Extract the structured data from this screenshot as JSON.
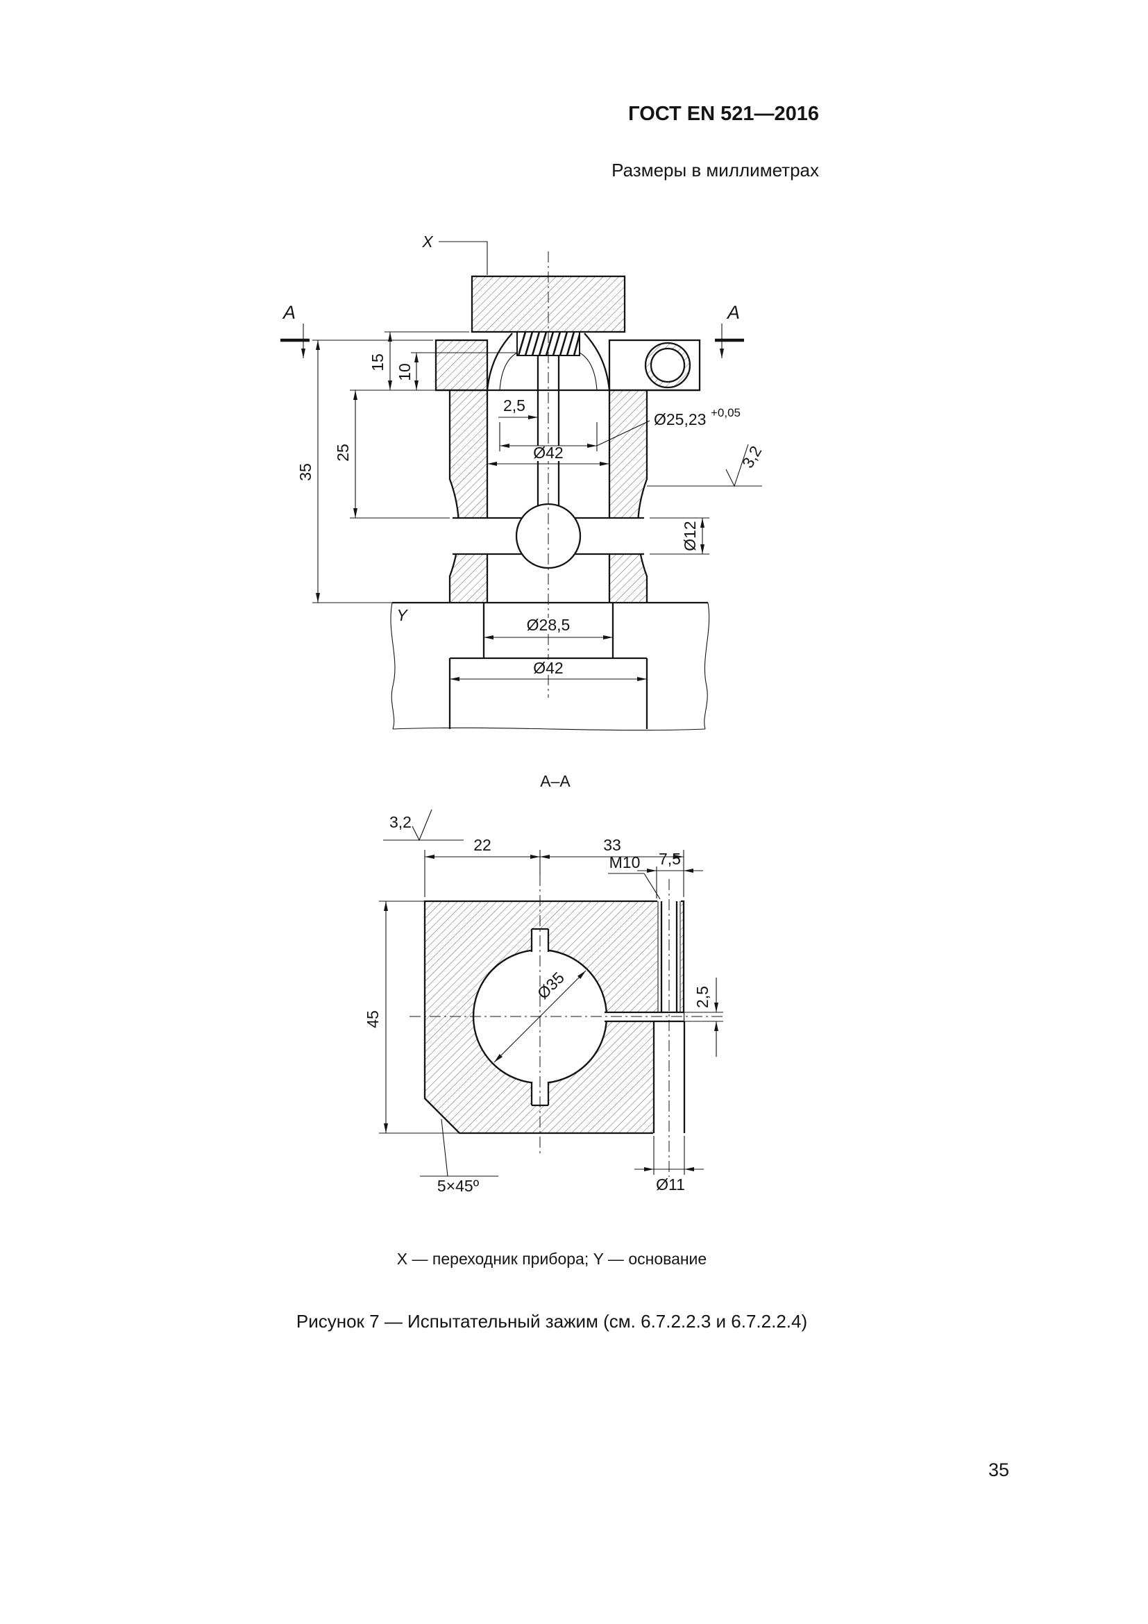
{
  "page": {
    "doc_code": "ГОСТ EN 521—2016",
    "units_note": "Размеры в миллиметрах",
    "legend": "X — переходник прибора; Y — основание",
    "figure_caption": "Рисунок 7 — Испытательный зажим (см. 6.7.2.2.3 и 6.7.2.2.4)",
    "page_number": "35"
  },
  "front_view": {
    "callout_x": "X",
    "callout_y": "Y",
    "section_label_left": "A",
    "section_label_right": "A",
    "dim_15": "15",
    "dim_10": "10",
    "dim_25": "25",
    "dim_35": "35",
    "dim_2_5": "2,5",
    "dim_d42_mid": "Ø42",
    "dim_bore": "Ø25,23",
    "dim_bore_tol": "+0,05",
    "roughness": "3,2",
    "dim_d12": "Ø12",
    "dim_d28_5": "Ø28,5",
    "dim_d42_bottom": "Ø42"
  },
  "section_view": {
    "title": "А–А",
    "dim_22": "22",
    "dim_33": "33",
    "dim_7_5": "7,5",
    "thread": "М10",
    "roughness": "3,2",
    "dim_45": "45",
    "dim_slit": "2,5",
    "dim_d35": "Ø35",
    "chamfer": "5×45º",
    "dim_d11": "Ø11"
  }
}
